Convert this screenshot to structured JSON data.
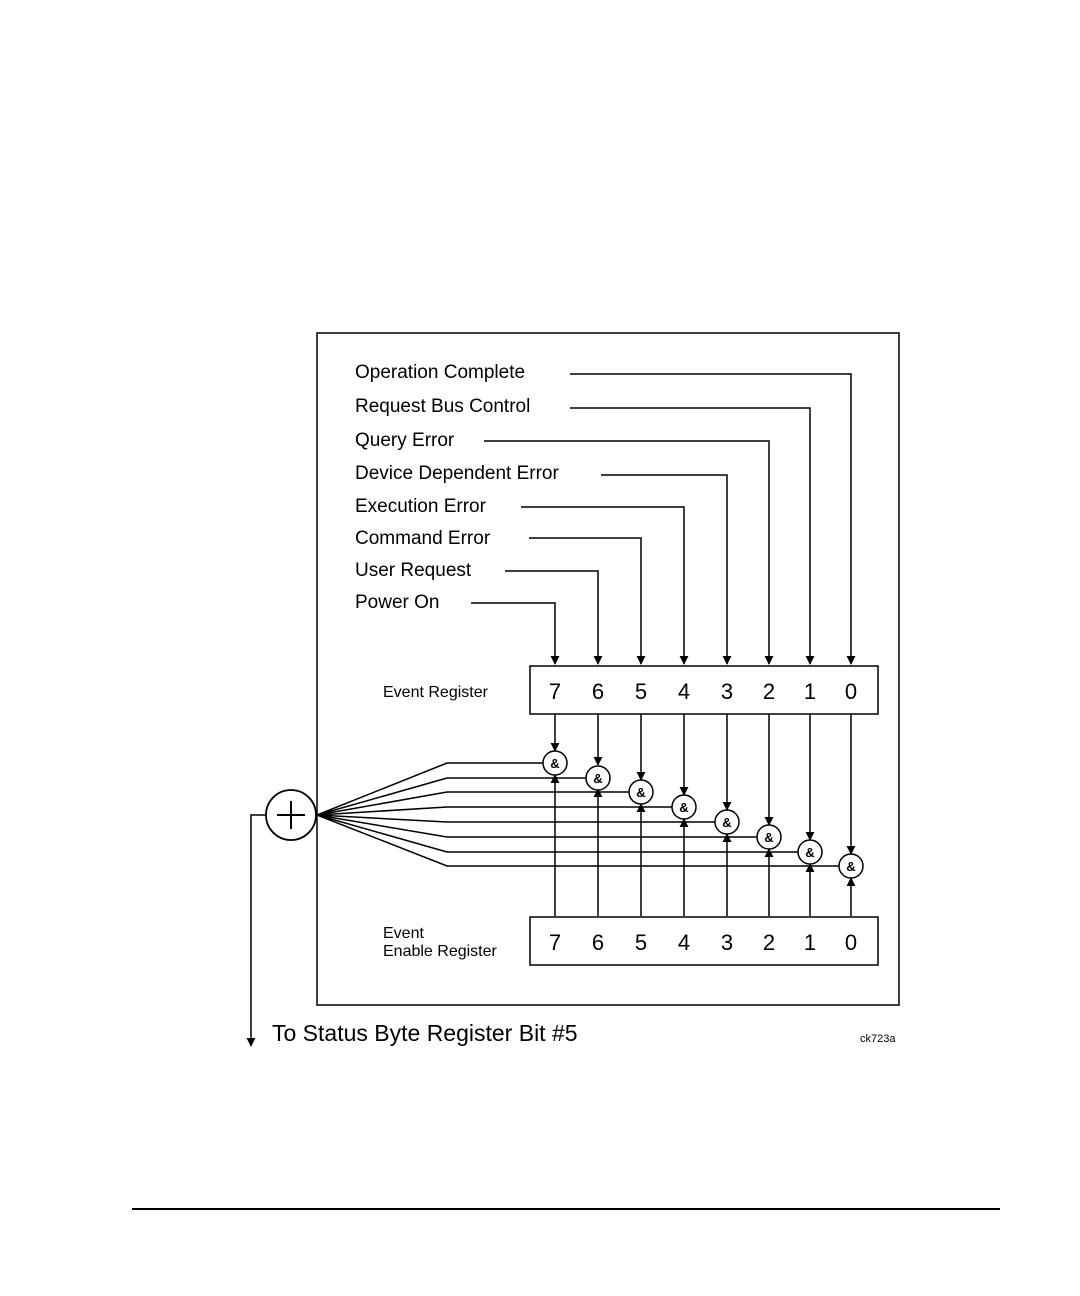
{
  "events": [
    {
      "bit": 0,
      "label": "Operation Complete"
    },
    {
      "bit": 1,
      "label": "Request Bus Control"
    },
    {
      "bit": 2,
      "label": "Query Error"
    },
    {
      "bit": 3,
      "label": "Device Dependent Error"
    },
    {
      "bit": 4,
      "label": "Execution Error"
    },
    {
      "bit": 5,
      "label": "Command Error"
    },
    {
      "bit": 6,
      "label": "User Request"
    },
    {
      "bit": 7,
      "label": "Power On"
    }
  ],
  "event_register": {
    "title": "Event Register",
    "bits": [
      "7",
      "6",
      "5",
      "4",
      "3",
      "2",
      "1",
      "0"
    ]
  },
  "enable_register": {
    "title_line1": "Event",
    "title_line2": "Enable Register",
    "bits": [
      "7",
      "6",
      "5",
      "4",
      "3",
      "2",
      "1",
      "0"
    ]
  },
  "and_gate_symbol": "&",
  "or_gate_symbol": "plus-icon",
  "output_label": "To Status Byte Register Bit #5",
  "figure_id": "ck723a"
}
